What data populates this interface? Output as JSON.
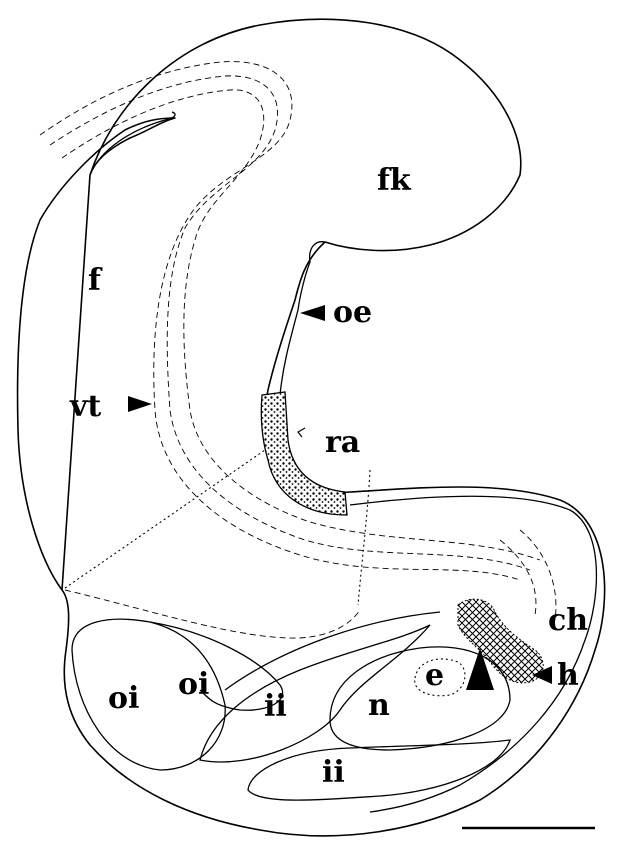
{
  "labels": {
    "fk": "fk",
    "f": "f",
    "oe": "oe",
    "vt": "vt",
    "ra": "ra",
    "ch": "ch",
    "e": "e",
    "h": "h",
    "n": "n",
    "oi_left": "oi",
    "oi_center": "oi",
    "ii_upper": "ii",
    "ii_lower": "ii"
  },
  "colors": {
    "ink": "#000000",
    "background": "#ffffff"
  }
}
